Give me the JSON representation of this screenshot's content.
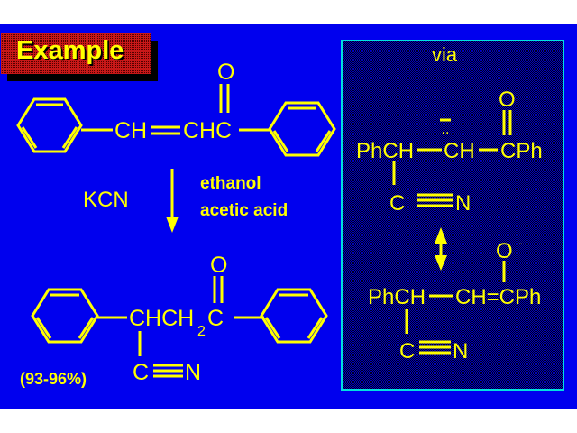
{
  "title": "Example",
  "reactant": {
    "left_group": "CH",
    "right_group": "CHC",
    "oxygen": "O"
  },
  "conditions": {
    "reagent": "KCN",
    "solvent_1": "ethanol",
    "solvent_2": "acetic acid"
  },
  "product": {
    "chain": "CHCH",
    "subscript": "2",
    "carbonyl_c": "C",
    "oxygen": "O",
    "nitrile_c": "C",
    "nitrile_n": "N",
    "yield": "(93-96%)"
  },
  "via_box": {
    "heading": "via",
    "structure_1": {
      "left": "PhCH",
      "middle": "CH",
      "right": "CPh",
      "oxygen": "O",
      "lone_pair": "..",
      "nitrile_c": "C",
      "nitrile_n": "N"
    },
    "structure_2": {
      "left": "PhCH",
      "middle": "CH=CPh",
      "oxygen": "O",
      "charge": "-",
      "nitrile_c": "C",
      "nitrile_n": "N"
    }
  },
  "colors": {
    "background": "#0000ee",
    "text": "#ffff00",
    "title_box": "#c02020",
    "via_border": "#00e0e0"
  }
}
